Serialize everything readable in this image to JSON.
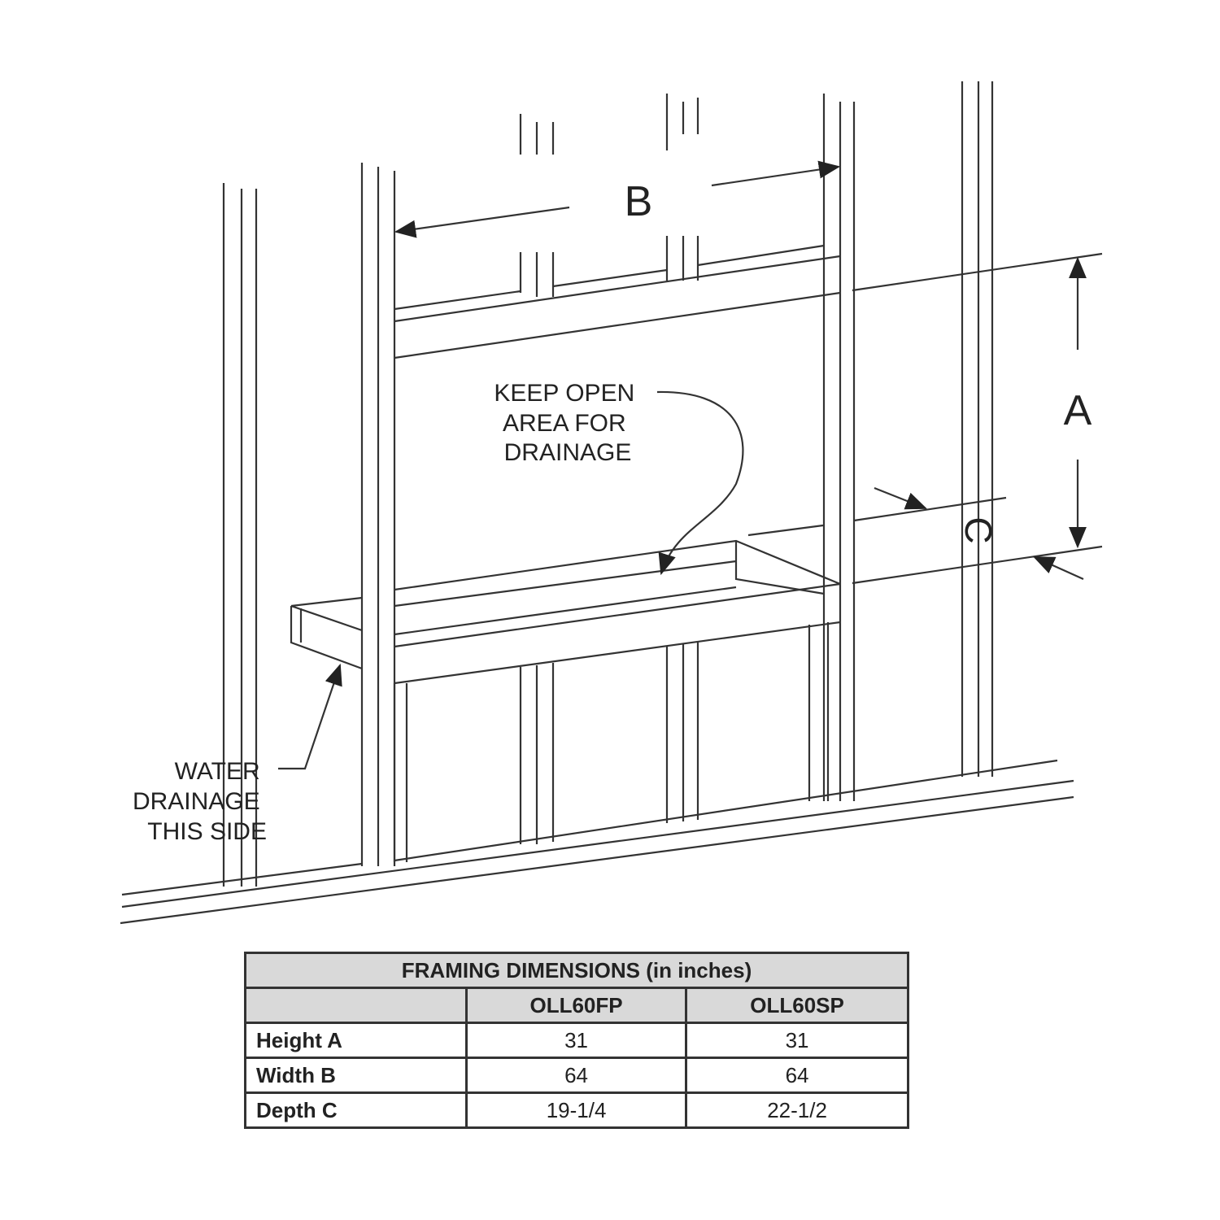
{
  "diagram": {
    "dimension_labels": {
      "a": "A",
      "b": "B",
      "c": "C"
    },
    "callouts": {
      "keep_open": [
        "KEEP OPEN",
        "AREA FOR",
        "DRAINAGE"
      ],
      "water_drainage": [
        "WATER",
        "DRAINAGE",
        "THIS SIDE"
      ]
    }
  },
  "table": {
    "title": "FRAMING DIMENSIONS (in inches)",
    "columns": [
      "",
      "OLL60FP",
      "OLL60SP"
    ],
    "rows": [
      {
        "label": "Height A",
        "values": [
          "31",
          "31"
        ]
      },
      {
        "label": "Width B",
        "values": [
          "64",
          "64"
        ]
      },
      {
        "label": "Depth C",
        "values": [
          "19-1/4",
          "22-1/2"
        ]
      }
    ]
  }
}
